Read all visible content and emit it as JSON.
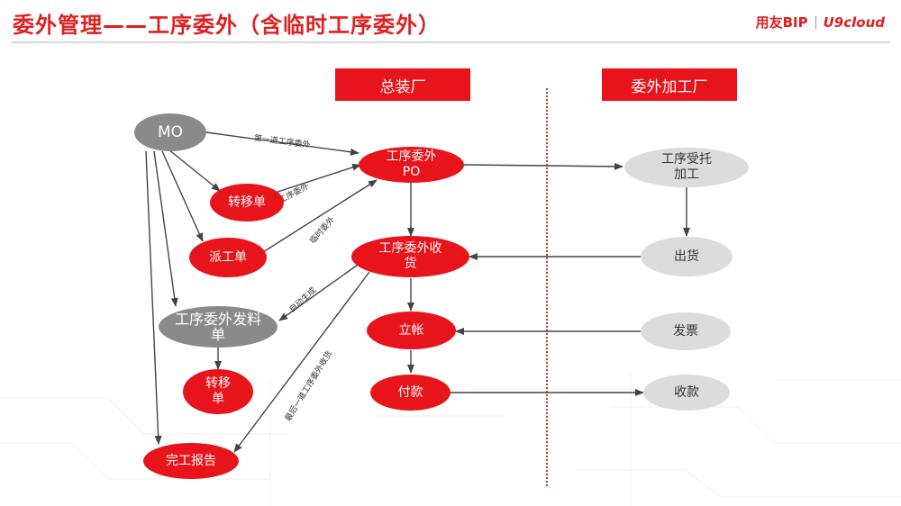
{
  "title": "委外管理——工序委外（含临时工序委外）",
  "logo": {
    "brand": "用友BIP",
    "product": "U9cloud"
  },
  "headers": {
    "left": "总装厂",
    "right": "委外加工厂"
  },
  "nodes": {
    "mo": "MO",
    "transfer1": "转移单",
    "dispatch": "派工单",
    "issue": "工序委外发料单",
    "transfer2": "转移单",
    "completion": "完工报告",
    "po": "工序委外PO",
    "receipt": "工序委外收货",
    "account": "立帐",
    "payment": "付款",
    "process": "工序受托加工",
    "ship": "出货",
    "invoice": "发票",
    "collect": "收款"
  },
  "edge_labels": {
    "first_op": "第一道工序委外",
    "op_outsource": "工序委外",
    "temp_outsource": "临时委外",
    "auto_gen": "自动生成",
    "last_op": "最后一道工序委外收货"
  },
  "colors": {
    "accent": "#e8141b",
    "dark_gray": "#8a8a8a",
    "light_gray": "#dcdcdc"
  }
}
